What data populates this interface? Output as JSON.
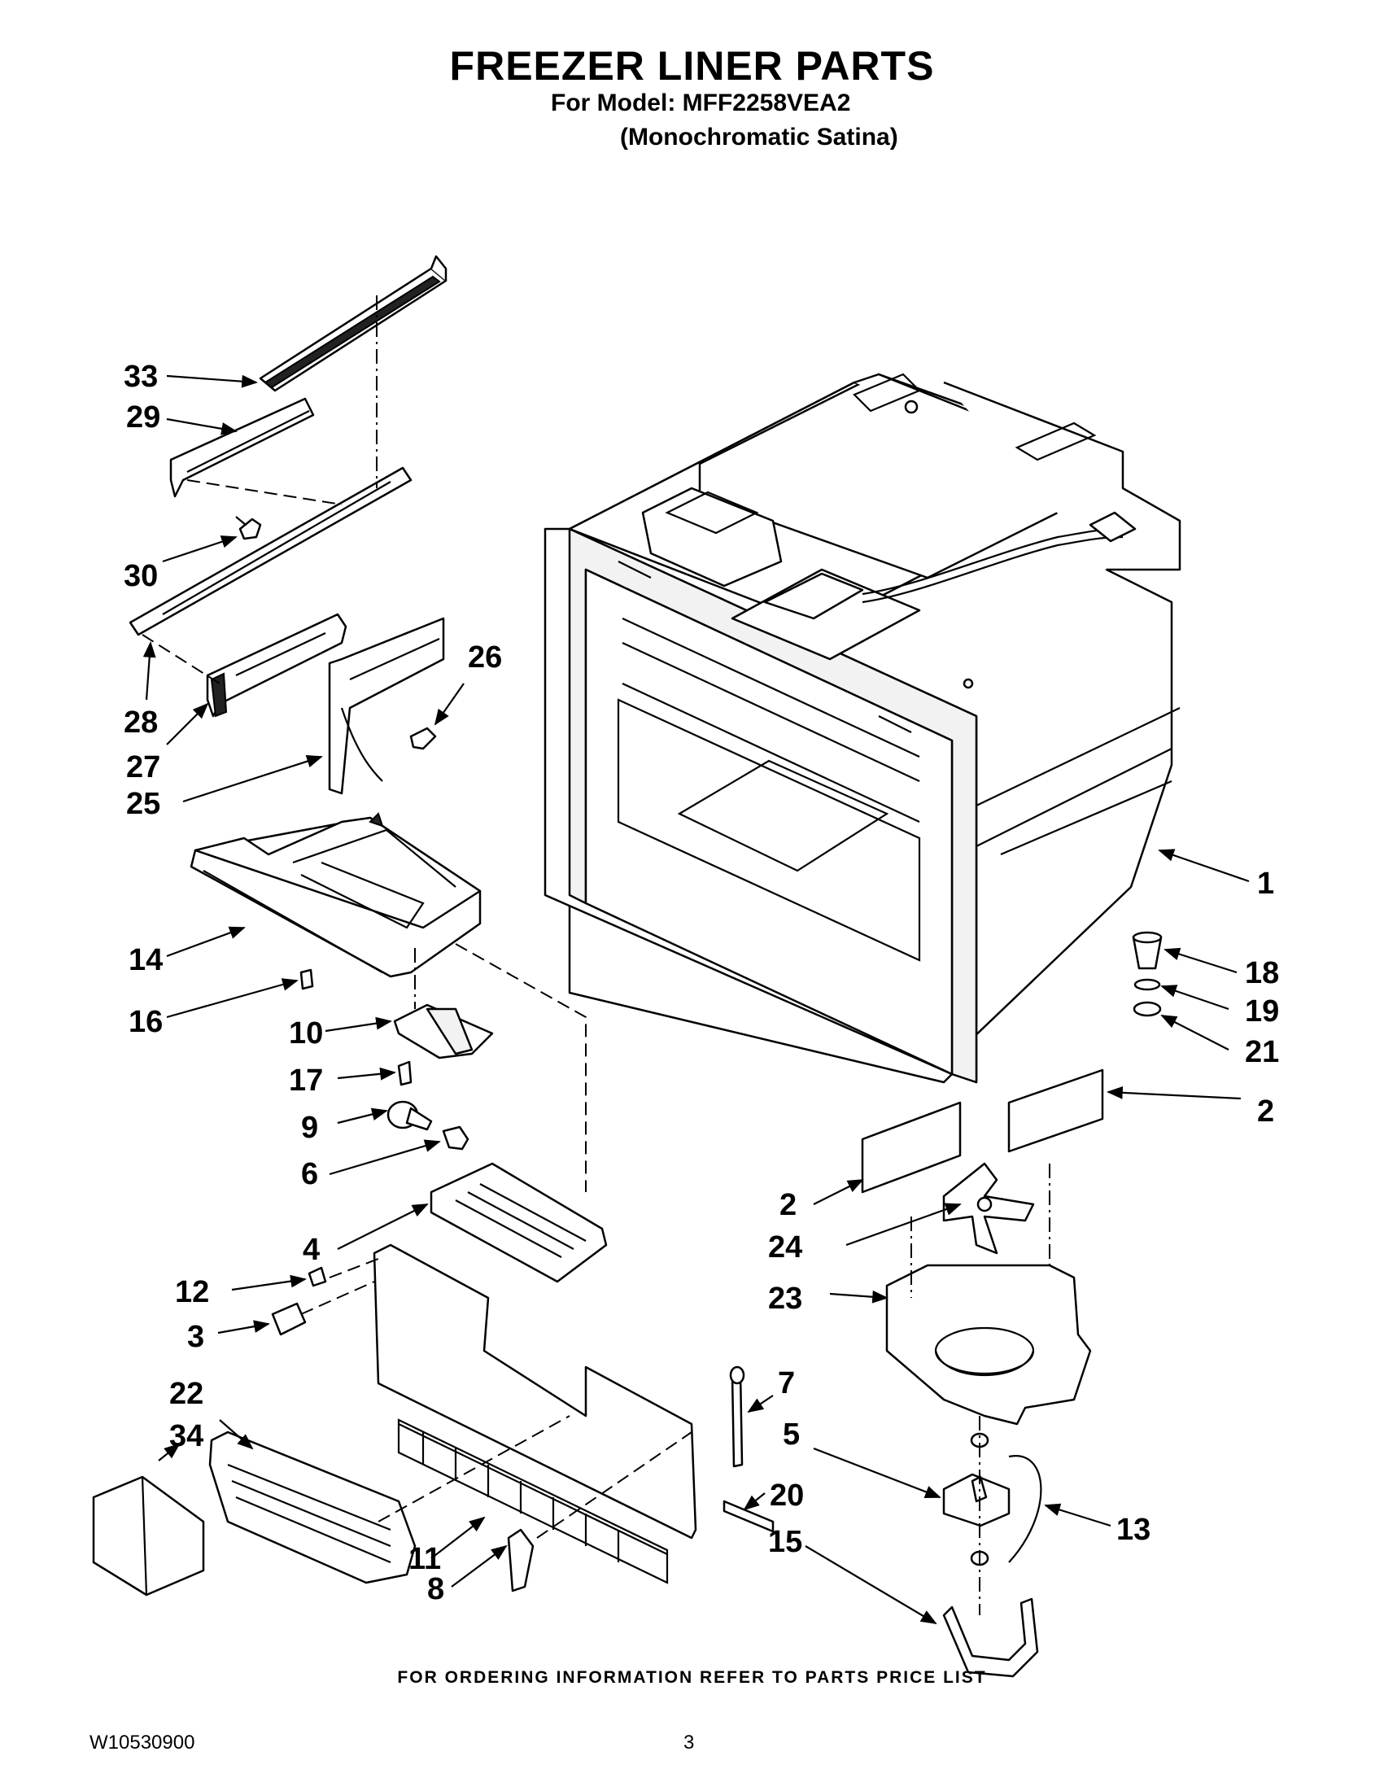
{
  "header": {
    "title": "FREEZER LINER PARTS",
    "model_line": "For Model: MFF2258VEA2",
    "variant_line": "(Monochromatic Satina)"
  },
  "footer": {
    "ordering_note": "FOR ORDERING INFORMATION REFER TO PARTS PRICE LIST",
    "document_number": "W10530900",
    "page_number": "3"
  },
  "callouts": {
    "n1": "1",
    "n2a": "2",
    "n2b": "2",
    "n3": "3",
    "n4": "4",
    "n5": "5",
    "n6": "6",
    "n7": "7",
    "n8": "8",
    "n9": "9",
    "n10": "10",
    "n11": "11",
    "n12": "12",
    "n13": "13",
    "n14": "14",
    "n15": "15",
    "n16": "16",
    "n17": "17",
    "n18": "18",
    "n19": "19",
    "n20": "20",
    "n21": "21",
    "n22": "22",
    "n23": "23",
    "n24": "24",
    "n25": "25",
    "n26": "26",
    "n27": "27",
    "n28": "28",
    "n29": "29",
    "n30": "30",
    "n33": "33",
    "n34": "34"
  }
}
